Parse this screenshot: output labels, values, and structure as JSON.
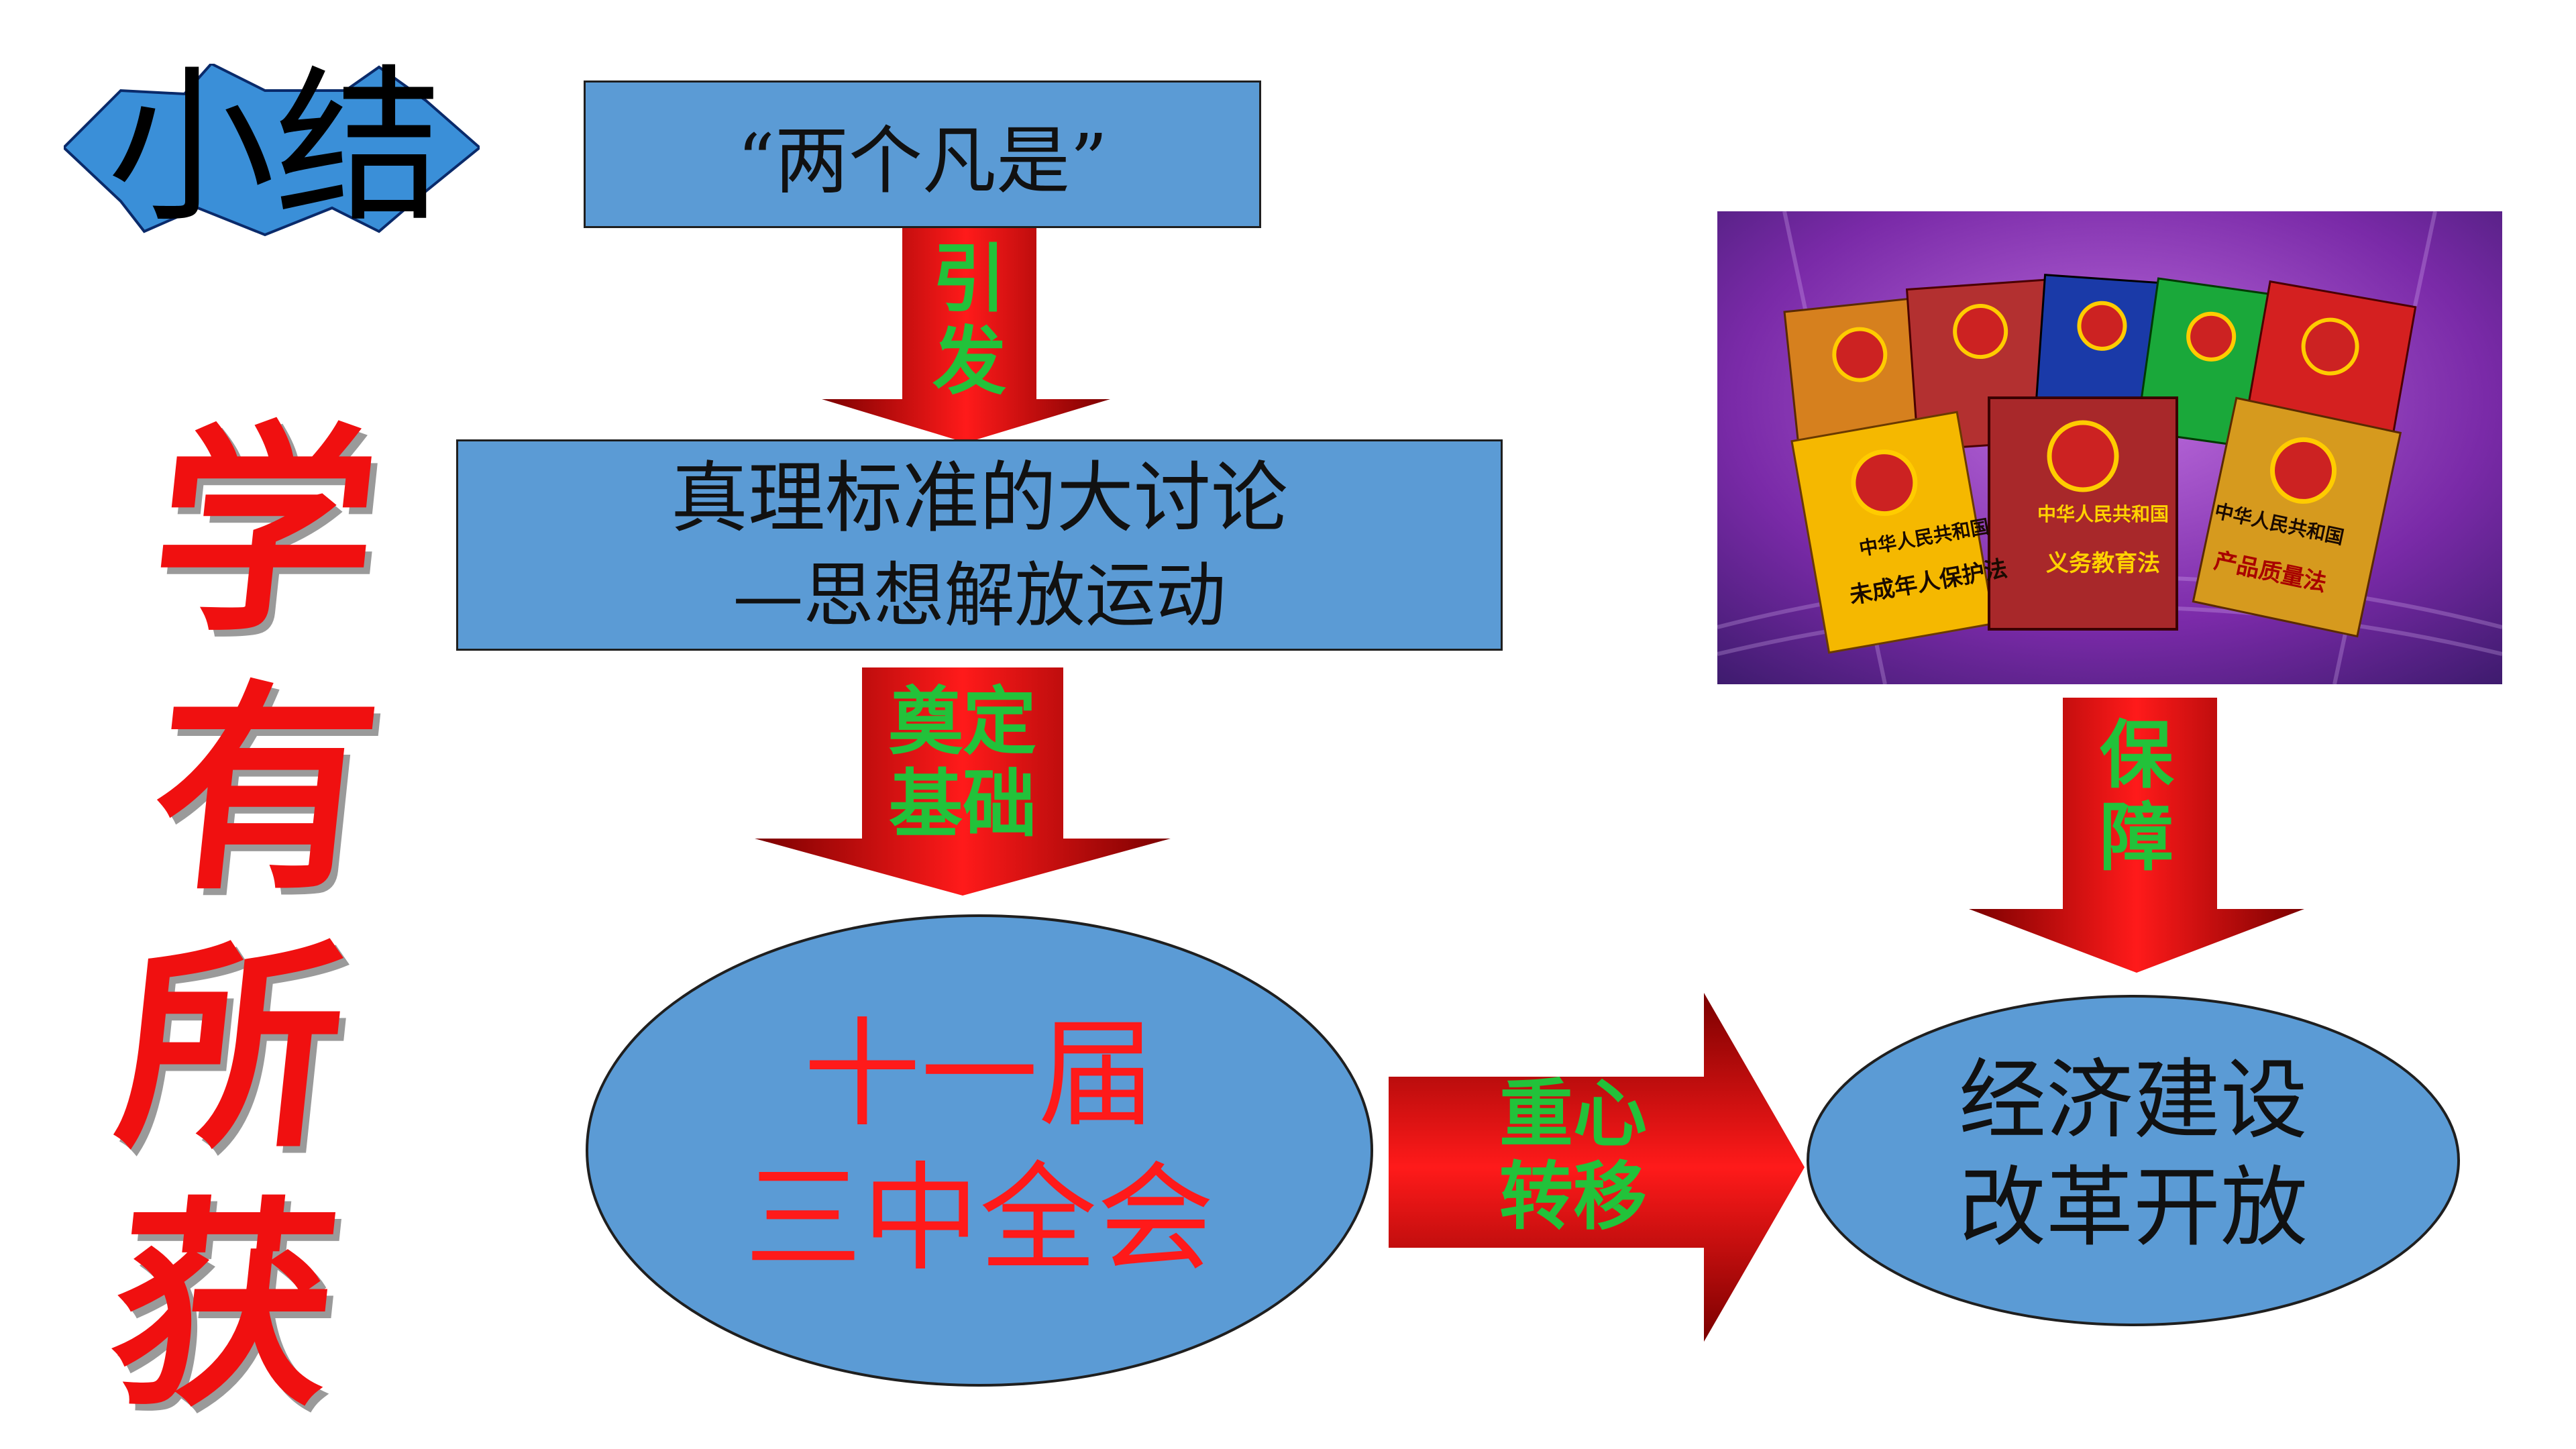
{
  "title": "小结",
  "slogan": [
    "学",
    "有",
    "所",
    "获"
  ],
  "flow": {
    "box1": "“两个凡是”",
    "arrow1": [
      "引",
      "发"
    ],
    "box2_line1": "真理标准的大讨论",
    "box2_line2": "—思想解放运动",
    "arrow2": [
      "奠定",
      "基础"
    ],
    "ellipse1": [
      "十一届",
      "三中全会"
    ],
    "arrow3": [
      "重心",
      "转移"
    ],
    "ellipse2": [
      "经济建设",
      "改革开放"
    ],
    "arrow4": [
      "保",
      "障"
    ]
  },
  "law_books": [
    {
      "title": "中华人民共和国",
      "subtitle": "未成年人保护法"
    },
    {
      "title": "中华人民共和国",
      "subtitle": "义务教育法"
    },
    {
      "title": "中华人民共和国",
      "subtitle": "产品质量法"
    }
  ],
  "colors": {
    "box_fill": "#5b9bd5",
    "arrow_red": "#e31a1a",
    "arrow_text": "#22c23a",
    "ellipse1_text": "#ff1a1a",
    "slogan": "#f01010"
  }
}
